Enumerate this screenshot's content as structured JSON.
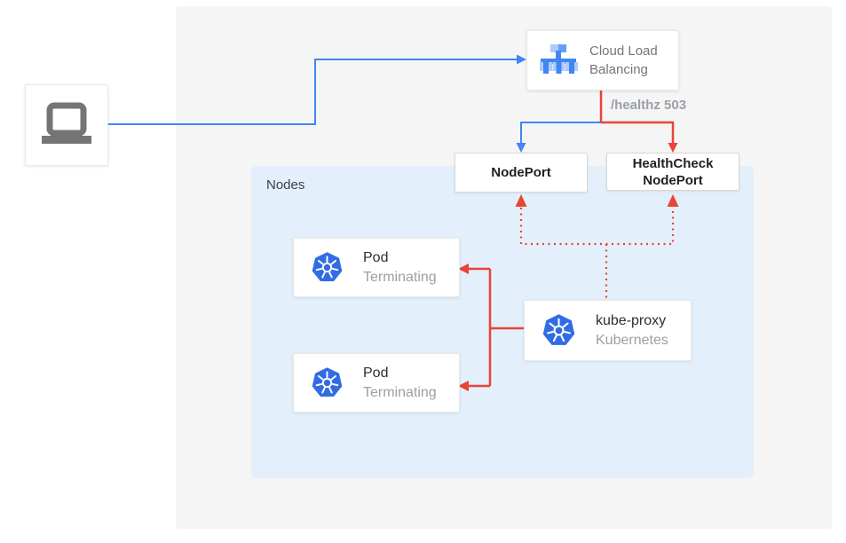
{
  "colors": {
    "blue": "#4285F4",
    "red": "#EA4335",
    "kubernetes_blue": "#326CE5",
    "laptop_gray": "#757575",
    "panel_bg": "#F5F5F6",
    "nodes_bg": "#E3F0FB"
  },
  "nodes_group": {
    "label": "Nodes"
  },
  "client": {
    "icon": "laptop-icon"
  },
  "cloud_load_balancing": {
    "label": "Cloud Load Balancing",
    "icon": "cloud-load-balancing-icon"
  },
  "health_check_annotation": "/healthz 503",
  "node_port": {
    "label": "NodePort"
  },
  "health_check_node_port": {
    "label": "HealthCheck NodePort"
  },
  "pods": [
    {
      "title": "Pod",
      "status": "Terminating",
      "icon": "kubernetes-icon"
    },
    {
      "title": "Pod",
      "status": "Terminating",
      "icon": "kubernetes-icon"
    }
  ],
  "kube_proxy": {
    "title": "kube-proxy",
    "subtitle": "Kubernetes",
    "icon": "kubernetes-icon"
  }
}
